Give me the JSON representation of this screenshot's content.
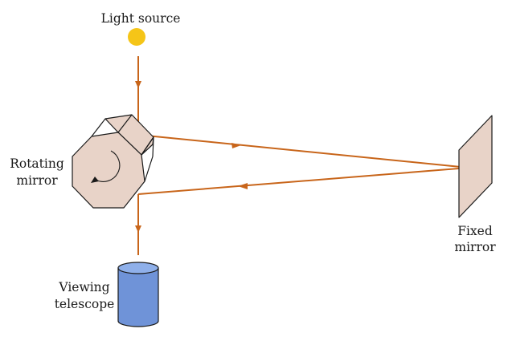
{
  "labels": {
    "light_source": "Light source",
    "rotating_mirror_line1": "Rotating",
    "rotating_mirror_line2": "mirror",
    "fixed_mirror_line1": "Fixed",
    "fixed_mirror_line2": "mirror",
    "viewing_telescope_line1": "Viewing",
    "viewing_telescope_line2": "telescope"
  },
  "colors": {
    "light_beam": "#c8651a",
    "light_source": "#f5c518",
    "mirror_face": "#e8d3c8",
    "telescope_body": "#6f93d8",
    "telescope_top": "#8fb0ea"
  },
  "icons": {
    "light_source": "sun-dot-icon",
    "rotation": "curved-arrow-icon"
  }
}
